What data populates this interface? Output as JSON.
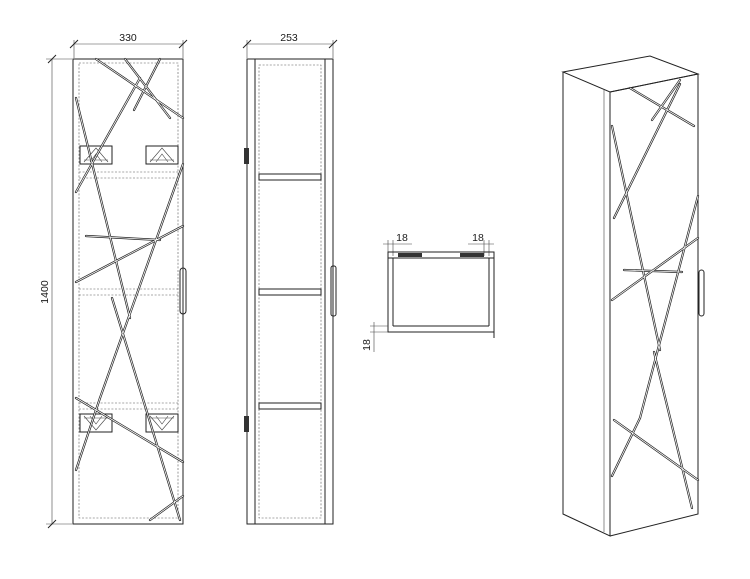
{
  "dimensions": {
    "front_width": "330",
    "side_depth": "253",
    "height": "1400",
    "section_left_thickness": "18",
    "section_right_thickness": "18",
    "section_bottom_thickness": "18"
  }
}
